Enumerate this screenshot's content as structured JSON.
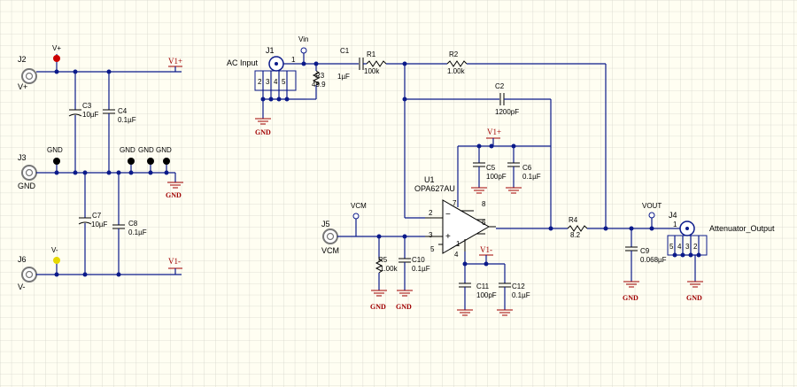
{
  "colors": {
    "background": "#fffef2",
    "grid": "#d6d6cc",
    "wire": "#0b1a8a",
    "net_label": "#a00000",
    "vplus_dot": "#cc0000",
    "vminus_dot": "#e6d800"
  },
  "connectors": {
    "j2": {
      "ref": "J2",
      "net": "V+"
    },
    "j3": {
      "ref": "J3",
      "net": "GND"
    },
    "j6": {
      "ref": "J6",
      "net": "V-"
    },
    "j1": {
      "ref": "J1",
      "net": "AC Input",
      "pin": "1",
      "side_pins": [
        "2",
        "3",
        "4",
        "5"
      ]
    },
    "j5": {
      "ref": "J5",
      "net": "VCM"
    },
    "j4": {
      "ref": "J4",
      "net": "Attenuator_Output",
      "pin": "1",
      "side_pins": [
        "2",
        "3",
        "4",
        "5"
      ]
    }
  },
  "power_labels": {
    "v1_plus": "V1+",
    "v1_minus": "V1-",
    "gnd": "GND"
  },
  "nets": {
    "vplus": "V+",
    "vminus": "V-",
    "gnd": "GND",
    "vin": "Vin",
    "vcm": "VCM",
    "vout": "VOUT"
  },
  "components": {
    "c3": {
      "ref": "C3",
      "value": "10µF"
    },
    "c4": {
      "ref": "C4",
      "value": "0.1µF"
    },
    "c7": {
      "ref": "C7",
      "value": "10µF"
    },
    "c8": {
      "ref": "C8",
      "value": "0.1µF"
    },
    "c1": {
      "ref": "C1",
      "value": "1µF"
    },
    "r1": {
      "ref": "R1",
      "value": "100k"
    },
    "r2": {
      "ref": "R2",
      "value": "1.00k"
    },
    "r3": {
      "ref": "R3",
      "value": "49.9"
    },
    "c2": {
      "ref": "C2",
      "value": "1200pF"
    },
    "c5": {
      "ref": "C5",
      "value": "100pF"
    },
    "c6": {
      "ref": "C6",
      "value": "0.1µF"
    },
    "u1": {
      "ref": "U1",
      "value": "OPA627AU",
      "pins": [
        "2",
        "3",
        "5",
        "7",
        "8",
        "6",
        "1",
        "4"
      ]
    },
    "r5": {
      "ref": "R5",
      "value": "1.00k"
    },
    "c10": {
      "ref": "C10",
      "value": "0.1µF"
    },
    "c11": {
      "ref": "C11",
      "value": "100pF"
    },
    "c12": {
      "ref": "C12",
      "value": "0.1µF"
    },
    "r4": {
      "ref": "R4",
      "value": "8.2"
    },
    "c9": {
      "ref": "C9",
      "value": "0.068µF"
    }
  }
}
